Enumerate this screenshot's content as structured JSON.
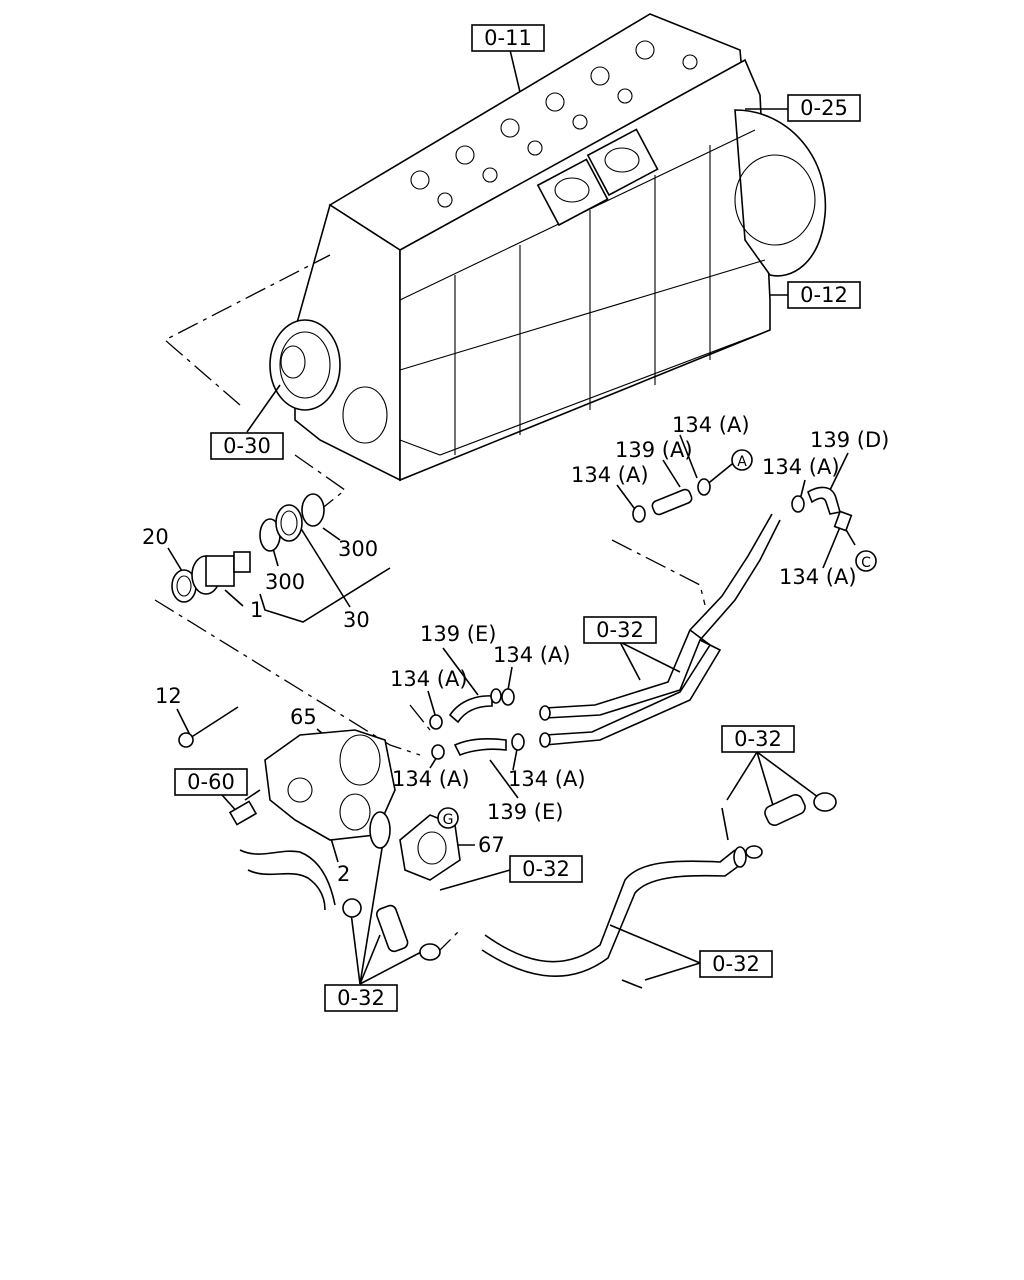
{
  "refs": {
    "r0_11": "0-11",
    "r0_25": "0-25",
    "r0_12": "0-12",
    "r0_30": "0-30",
    "r0_60": "0-60",
    "r0_32a": "0-32",
    "r0_32b": "0-32",
    "r0_32c": "0-32",
    "r0_32d": "0-32",
    "r0_32e": "0-32"
  },
  "labels": {
    "p134a_1": "134 (A)",
    "p139a": "139 (A)",
    "p134a_2": "134 (A)",
    "p134a_3": "134 (A)",
    "p139d": "139 (D)",
    "p134a_4": "134 (A)",
    "p20": "20",
    "p300_1": "300",
    "p300_2": "300",
    "p1": "1",
    "p30": "30",
    "p139e_1": "139 (E)",
    "p134a_5": "134 (A)",
    "p134a_6": "134 (A)",
    "p12": "12",
    "p65": "65",
    "p134a_7": "134 (A)",
    "p134a_8": "134 (A)",
    "p139e_2": "139 (E)",
    "p67": "67",
    "p2": "2"
  },
  "markers": {
    "a": "A",
    "c": "C",
    "g": "G"
  }
}
